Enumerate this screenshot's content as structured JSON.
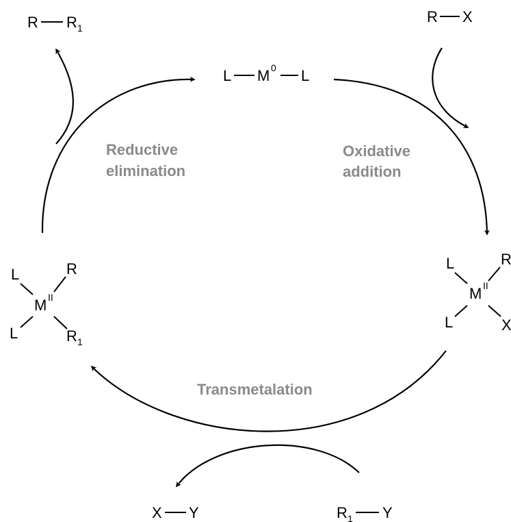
{
  "diagram": {
    "catalyst": {
      "left_ligand": "L",
      "metal": "M",
      "oxidation_state": "0",
      "right_ligand": "L"
    },
    "oxidative_complex": {
      "metal": "M",
      "oxidation_state": "II",
      "upper_left": "L",
      "lower_left": "L",
      "upper_right": "R",
      "lower_right": "X"
    },
    "transmetalated_complex": {
      "metal": "M",
      "oxidation_state": "II",
      "upper_left": "L",
      "lower_left": "L",
      "upper_right": "R",
      "lower_right": "R",
      "lower_right_sub": "1"
    },
    "substrate_rx": {
      "left": "R",
      "right": "X"
    },
    "product_rr1": {
      "left": "R",
      "right": "R",
      "right_sub": "1"
    },
    "reagent_r1y": {
      "left": "R",
      "left_sub": "1",
      "right": "Y"
    },
    "byproduct_xy": {
      "left": "X",
      "right": "Y"
    },
    "steps": {
      "oxidative_line1": "Oxidative",
      "oxidative_line2": "addition",
      "reductive_line1": "Reductive",
      "reductive_line2": "elimination",
      "transmetalation": "Transmetalation"
    }
  }
}
